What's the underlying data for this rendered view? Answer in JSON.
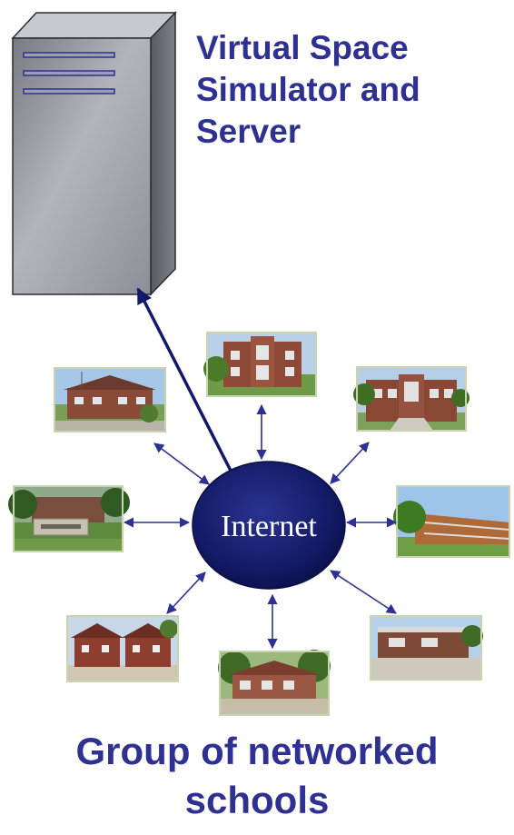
{
  "server": {
    "title_lines": [
      "Virtual Space",
      "Simulator and",
      "Server"
    ],
    "icon": "server-tower-icon"
  },
  "hub": {
    "label": "Internet",
    "color": "#1a1f6e"
  },
  "schools": [
    {
      "name": "school-top-left",
      "icon": "school-photo"
    },
    {
      "name": "school-top",
      "icon": "school-photo"
    },
    {
      "name": "school-top-right",
      "icon": "school-photo"
    },
    {
      "name": "school-left",
      "icon": "school-photo"
    },
    {
      "name": "school-right",
      "icon": "school-photo"
    },
    {
      "name": "school-bottom-left",
      "icon": "school-photo"
    },
    {
      "name": "school-bottom",
      "icon": "school-photo"
    },
    {
      "name": "school-bottom-right",
      "icon": "school-photo"
    }
  ],
  "footer": {
    "title_lines": [
      "Group of networked",
      "schools"
    ]
  },
  "colors": {
    "text": "#2e3192",
    "arrow": "#2e3192",
    "server_front": "#8c8c94",
    "server_side": "#6e6e78"
  }
}
